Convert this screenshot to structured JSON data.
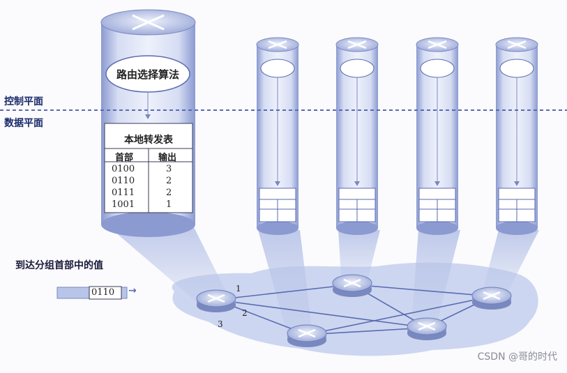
{
  "labels": {
    "control_plane": "控制平面",
    "data_plane": "数据平面",
    "routing_algorithm": "路由选择算法",
    "arriving_header": "到达分组首部中的值",
    "packet_value": "0110",
    "arrow": "→"
  },
  "forwarding_table": {
    "title": "本地转发表",
    "headers": [
      "首部",
      "输出"
    ],
    "rows": [
      {
        "header": "0100",
        "output": "3"
      },
      {
        "header": "0110",
        "output": "2"
      },
      {
        "header": "0111",
        "output": "2"
      },
      {
        "header": "1001",
        "output": "1"
      }
    ]
  },
  "ports": {
    "p1": "1",
    "p2": "2",
    "p3": "3"
  },
  "watermark": "CSDN @哥的时代",
  "colors": {
    "cylinder": "#c8d2ec",
    "accent": "#6f80bc",
    "dashed": "#5a6ab0",
    "router": "#9aa8d8",
    "cloud": "#ccd6f0"
  }
}
